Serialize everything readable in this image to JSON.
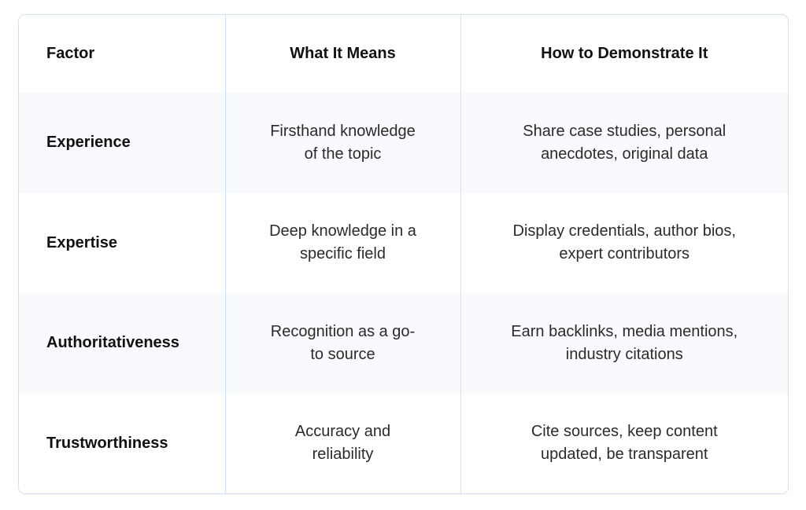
{
  "table": {
    "headers": [
      "Factor",
      "What It Means",
      "How to Demonstrate It"
    ],
    "rows": [
      {
        "factor": "Experience",
        "meaning": [
          "Firsthand knowledge",
          "of the topic"
        ],
        "demonstrate": [
          "Share case studies, personal",
          "anecdotes, original data"
        ]
      },
      {
        "factor": "Expertise",
        "meaning": [
          "Deep knowledge in a",
          "specific field"
        ],
        "demonstrate": [
          "Display credentials, author bios,",
          "expert contributors"
        ]
      },
      {
        "factor": "Authoritativeness",
        "meaning": [
          "Recognition as a go-",
          "to source"
        ],
        "demonstrate": [
          "Earn backlinks, media mentions,",
          "industry citations"
        ]
      },
      {
        "factor": "Trustworthiness",
        "meaning": [
          "Accuracy and",
          "reliability"
        ],
        "demonstrate": [
          "Cite sources, keep content",
          "updated, be transparent"
        ]
      }
    ]
  },
  "colors": {
    "border": "#cfe0f2",
    "row_stripe": "#f8fafd",
    "text": "#111111"
  }
}
